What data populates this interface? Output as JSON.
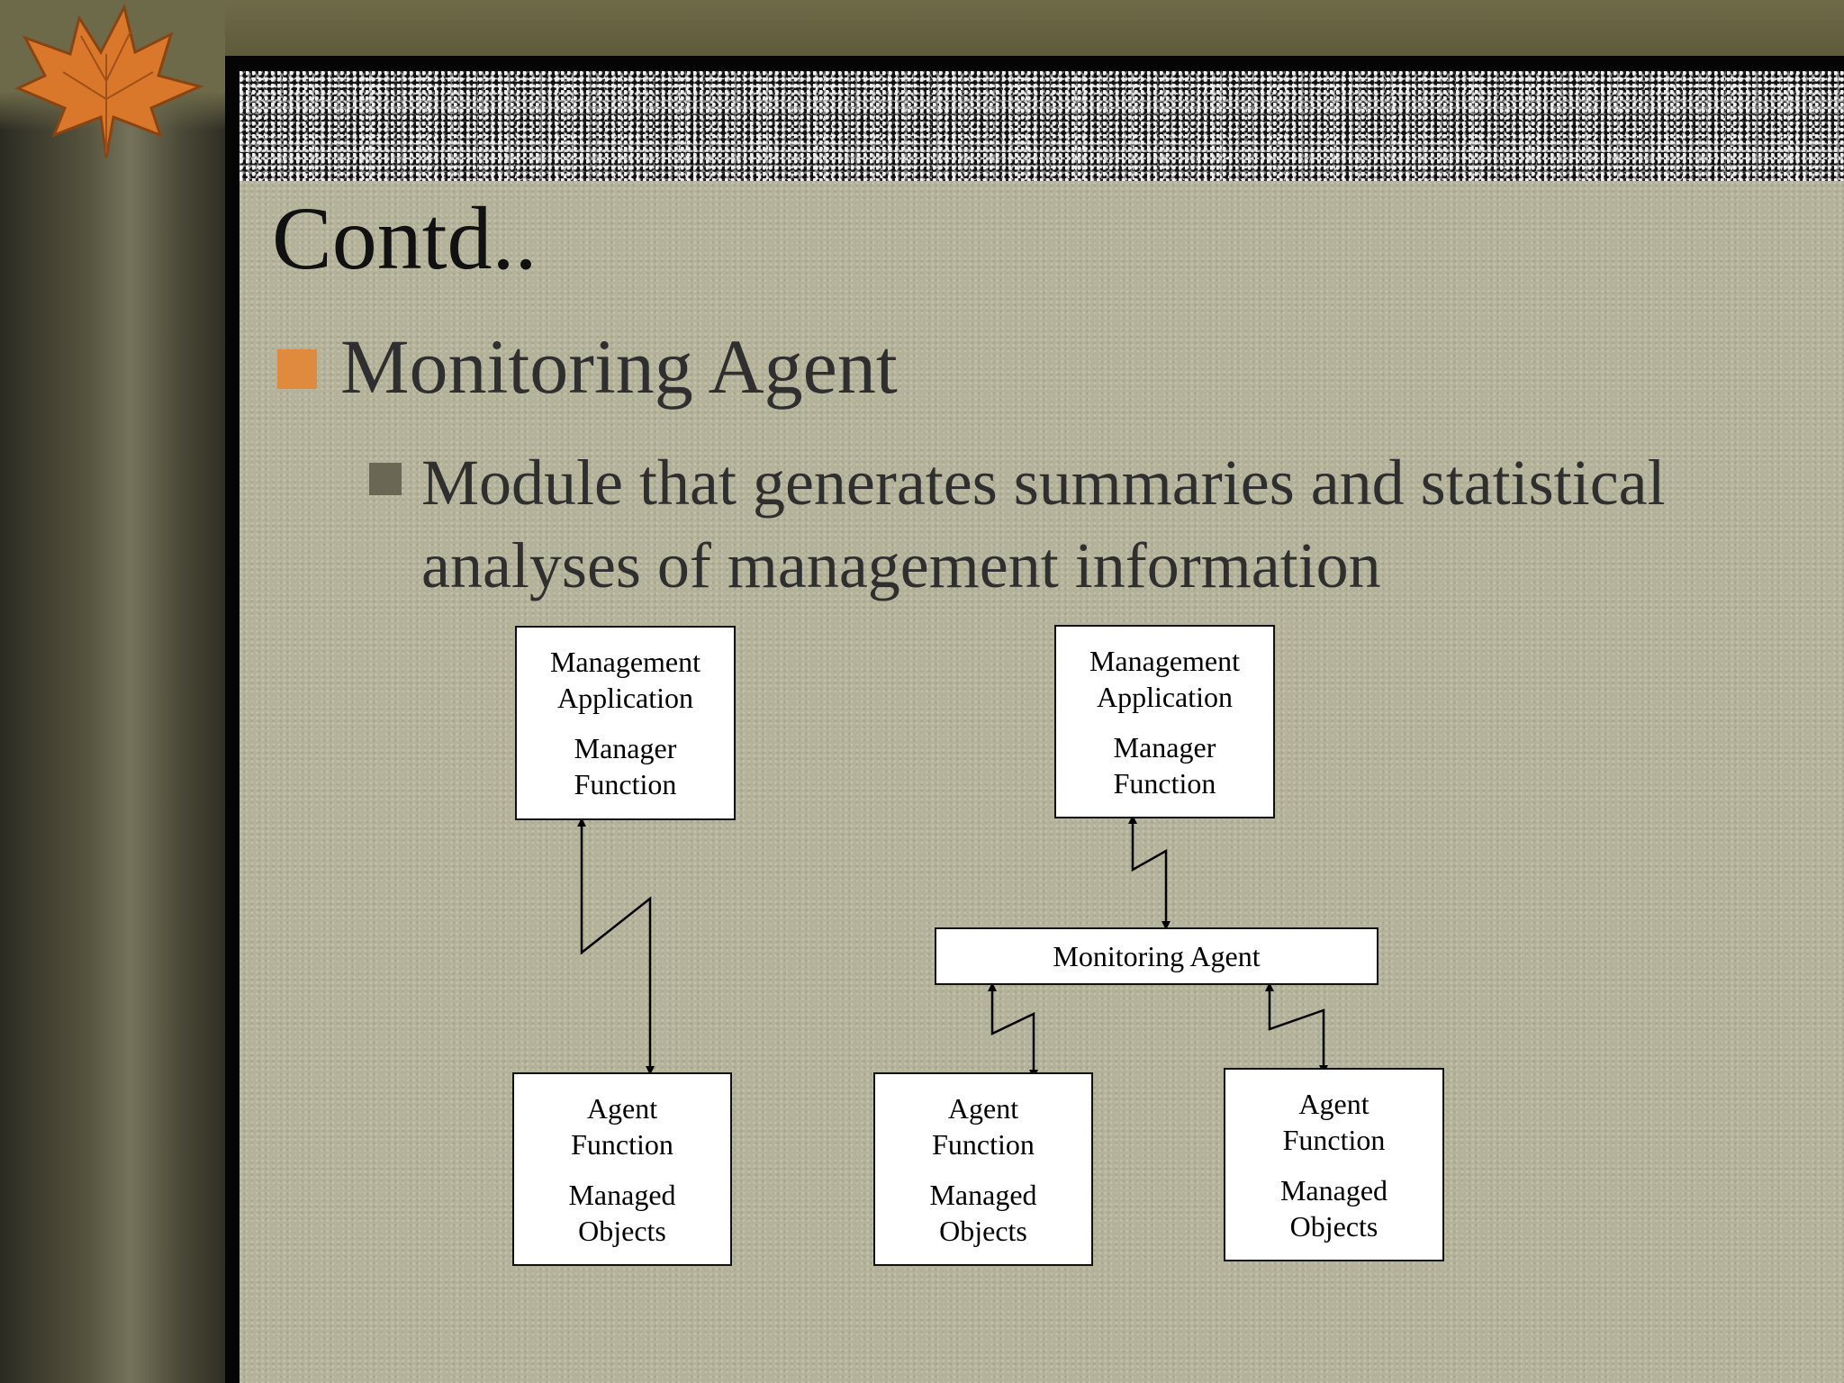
{
  "slide": {
    "title": "Contd..",
    "bullet": "Monitoring Agent",
    "sub_bullet": "Module that generates summaries and statistical analyses of management information"
  },
  "diagram": {
    "left": {
      "manager_box": {
        "line1": "Management",
        "line2": "Application",
        "line3": "Manager",
        "line4": "Function"
      },
      "agent_box": {
        "line1": "Agent",
        "line2": "Function",
        "line3": "Managed",
        "line4": "Objects"
      }
    },
    "right": {
      "manager_box": {
        "line1": "Management",
        "line2": "Application",
        "line3": "Manager",
        "line4": "Function"
      },
      "monitoring_agent": "Monitoring Agent",
      "agent_box_1": {
        "line1": "Agent",
        "line2": "Function",
        "line3": "Managed",
        "line4": "Objects"
      },
      "agent_box_2": {
        "line1": "Agent",
        "line2": "Function",
        "line3": "Managed",
        "line4": "Objects"
      }
    }
  },
  "colors": {
    "bullet_primary": "#e08a3e",
    "bullet_secondary": "#6a6855",
    "content_bg": "#b4b39a",
    "frame": "#050505"
  }
}
